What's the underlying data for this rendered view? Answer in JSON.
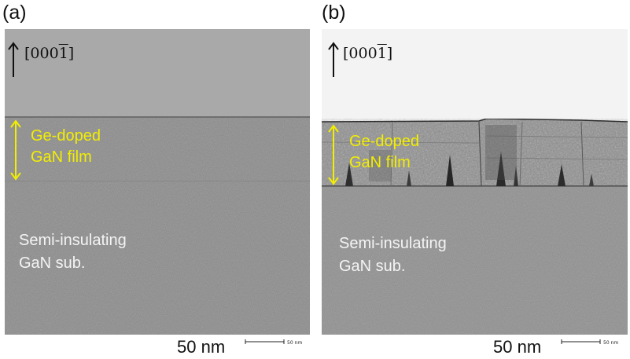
{
  "panels": [
    {
      "label": "(a)",
      "direction": {
        "prefix": "[000",
        "overbar_digit": "1",
        "suffix": "]"
      },
      "film_label": [
        "Ge-doped",
        "GaN film"
      ],
      "substrate_label": [
        "Semi-insulating",
        "GaN sub."
      ],
      "scale_text": "50 nm",
      "scale_bar_text": "50 nm"
    },
    {
      "label": "(b)",
      "direction": {
        "prefix": "[000",
        "overbar_digit": "1",
        "suffix": "]"
      },
      "film_label": [
        "Ge-doped",
        "GaN film"
      ],
      "substrate_label": [
        "Semi-insulating",
        "GaN sub."
      ],
      "scale_text": "50 nm",
      "scale_bar_text": "50 nm"
    }
  ],
  "colors": {
    "label_yellow": "#f2ee00",
    "vacuum_a": "#a8a8a8",
    "substrate": "#8a8a8a",
    "vacuum_b": "#f3f3f3"
  }
}
